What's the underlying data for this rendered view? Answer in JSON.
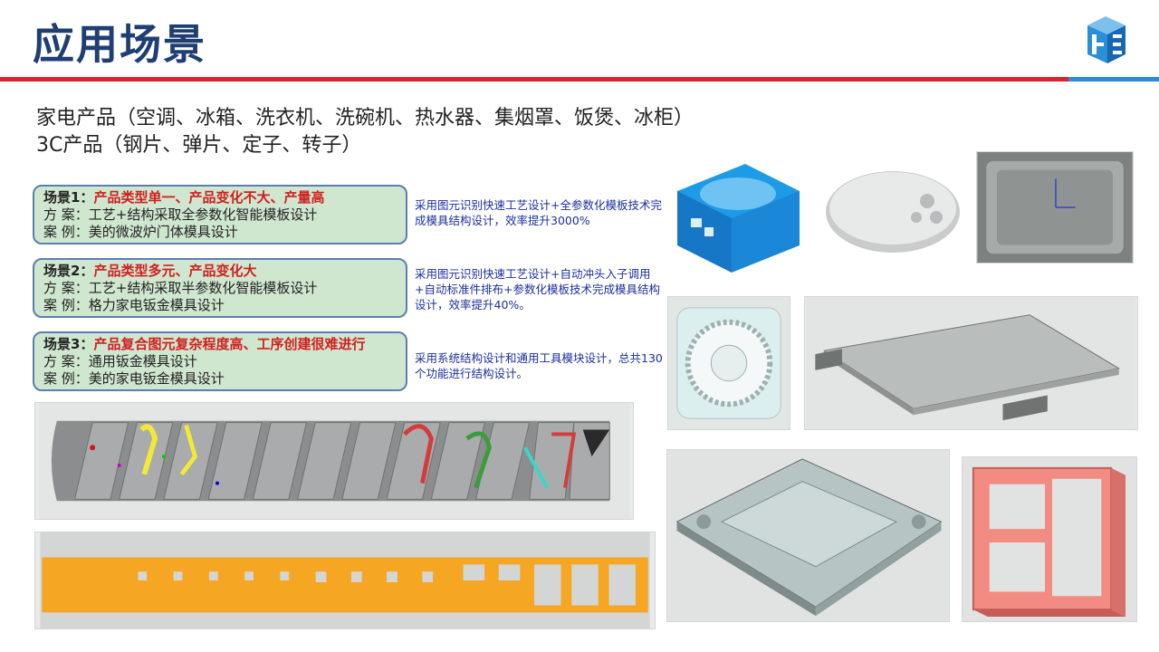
{
  "header": {
    "title": "应用场景",
    "logo_icon": "cube-logo-icon"
  },
  "intro": {
    "line1": "家电产品（空调、冰箱、洗衣机、洗碗机、热水器、集烟罩、饭煲、冰柜）",
    "line2": "3C产品（钢片、弹片、定子、转子）"
  },
  "scenes": [
    {
      "title": "场景1：",
      "title_value": "产品类型单一、产品变化不大、产量高",
      "plan": "方  案：工艺+结构采取全参数化智能模板设计",
      "case": "案  例：美的微波炉门体模具设计",
      "desc": "采用图元识别快速工艺设计+全参数化模板技术完成模具结构设计，效率提升3000%"
    },
    {
      "title": "场景2：",
      "title_value": "产品类型多元、产品变化大",
      "plan": "方  案：工艺+结构采取半参数化智能模板设计",
      "case": "案  例：格力家电钣金模具设计",
      "desc": "采用图元识别快速工艺设计+自动冲头入子调用+自动标准件排布+参数化模板技术完成模具结构设计，效率提升40%。"
    },
    {
      "title": "场景3：",
      "title_value": "产品复合图元复杂程度高、工序创建很难进行",
      "plan": "方  案：通用钣金模具设计",
      "case": "案  例：美的家电钣金模具设计",
      "desc": "采用系统结构设计和通用工具模块设计，总共130个功能进行结构设计。"
    }
  ],
  "colors": {
    "title": "#1f3f73",
    "accent_red": "#d9232e",
    "accent_blue": "#2a8dd4",
    "scene_fill": "#cfe6cf",
    "scene_border": "#5b7fb3",
    "desc_text": "#1c2f9e",
    "strip_part": "#f5a623",
    "model_blue": "#1e9be6",
    "model_pink": "#f28b82"
  }
}
